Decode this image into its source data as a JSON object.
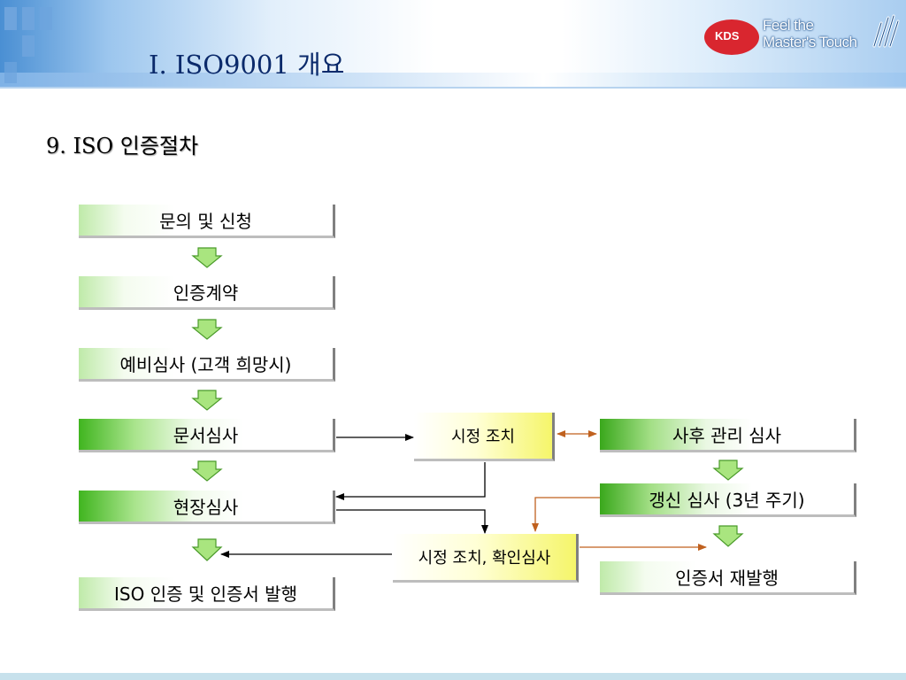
{
  "header": {
    "title": "I. ISO9001 개요",
    "logo_text": "KDS",
    "slogan_line1": "Feel the",
    "slogan_line2": "Master's Touch"
  },
  "subtitle": "9. ISO 인증절차",
  "flow": {
    "step1": "문의  및  신청",
    "step2": "인증계약",
    "step3": "예비심사 (고객 희망시)",
    "step4": "문서심사",
    "step5": "현장심사",
    "step6": "ISO 인증 및 인증서 발행",
    "corrective": "시정 조치",
    "corrective_verify": "시정 조치, 확인심사",
    "post_audit": "사후  관리  심사",
    "renewal": "갱신  심사 (3년 주기)",
    "reissue": "인증서 재발행"
  },
  "colors": {
    "title": "#0b2a6b",
    "down_arrow_fill": "#a9e57f",
    "down_arrow_stroke": "#4a9b2a",
    "orange_arrow": "#c0611f",
    "black_arrow": "#000000"
  }
}
